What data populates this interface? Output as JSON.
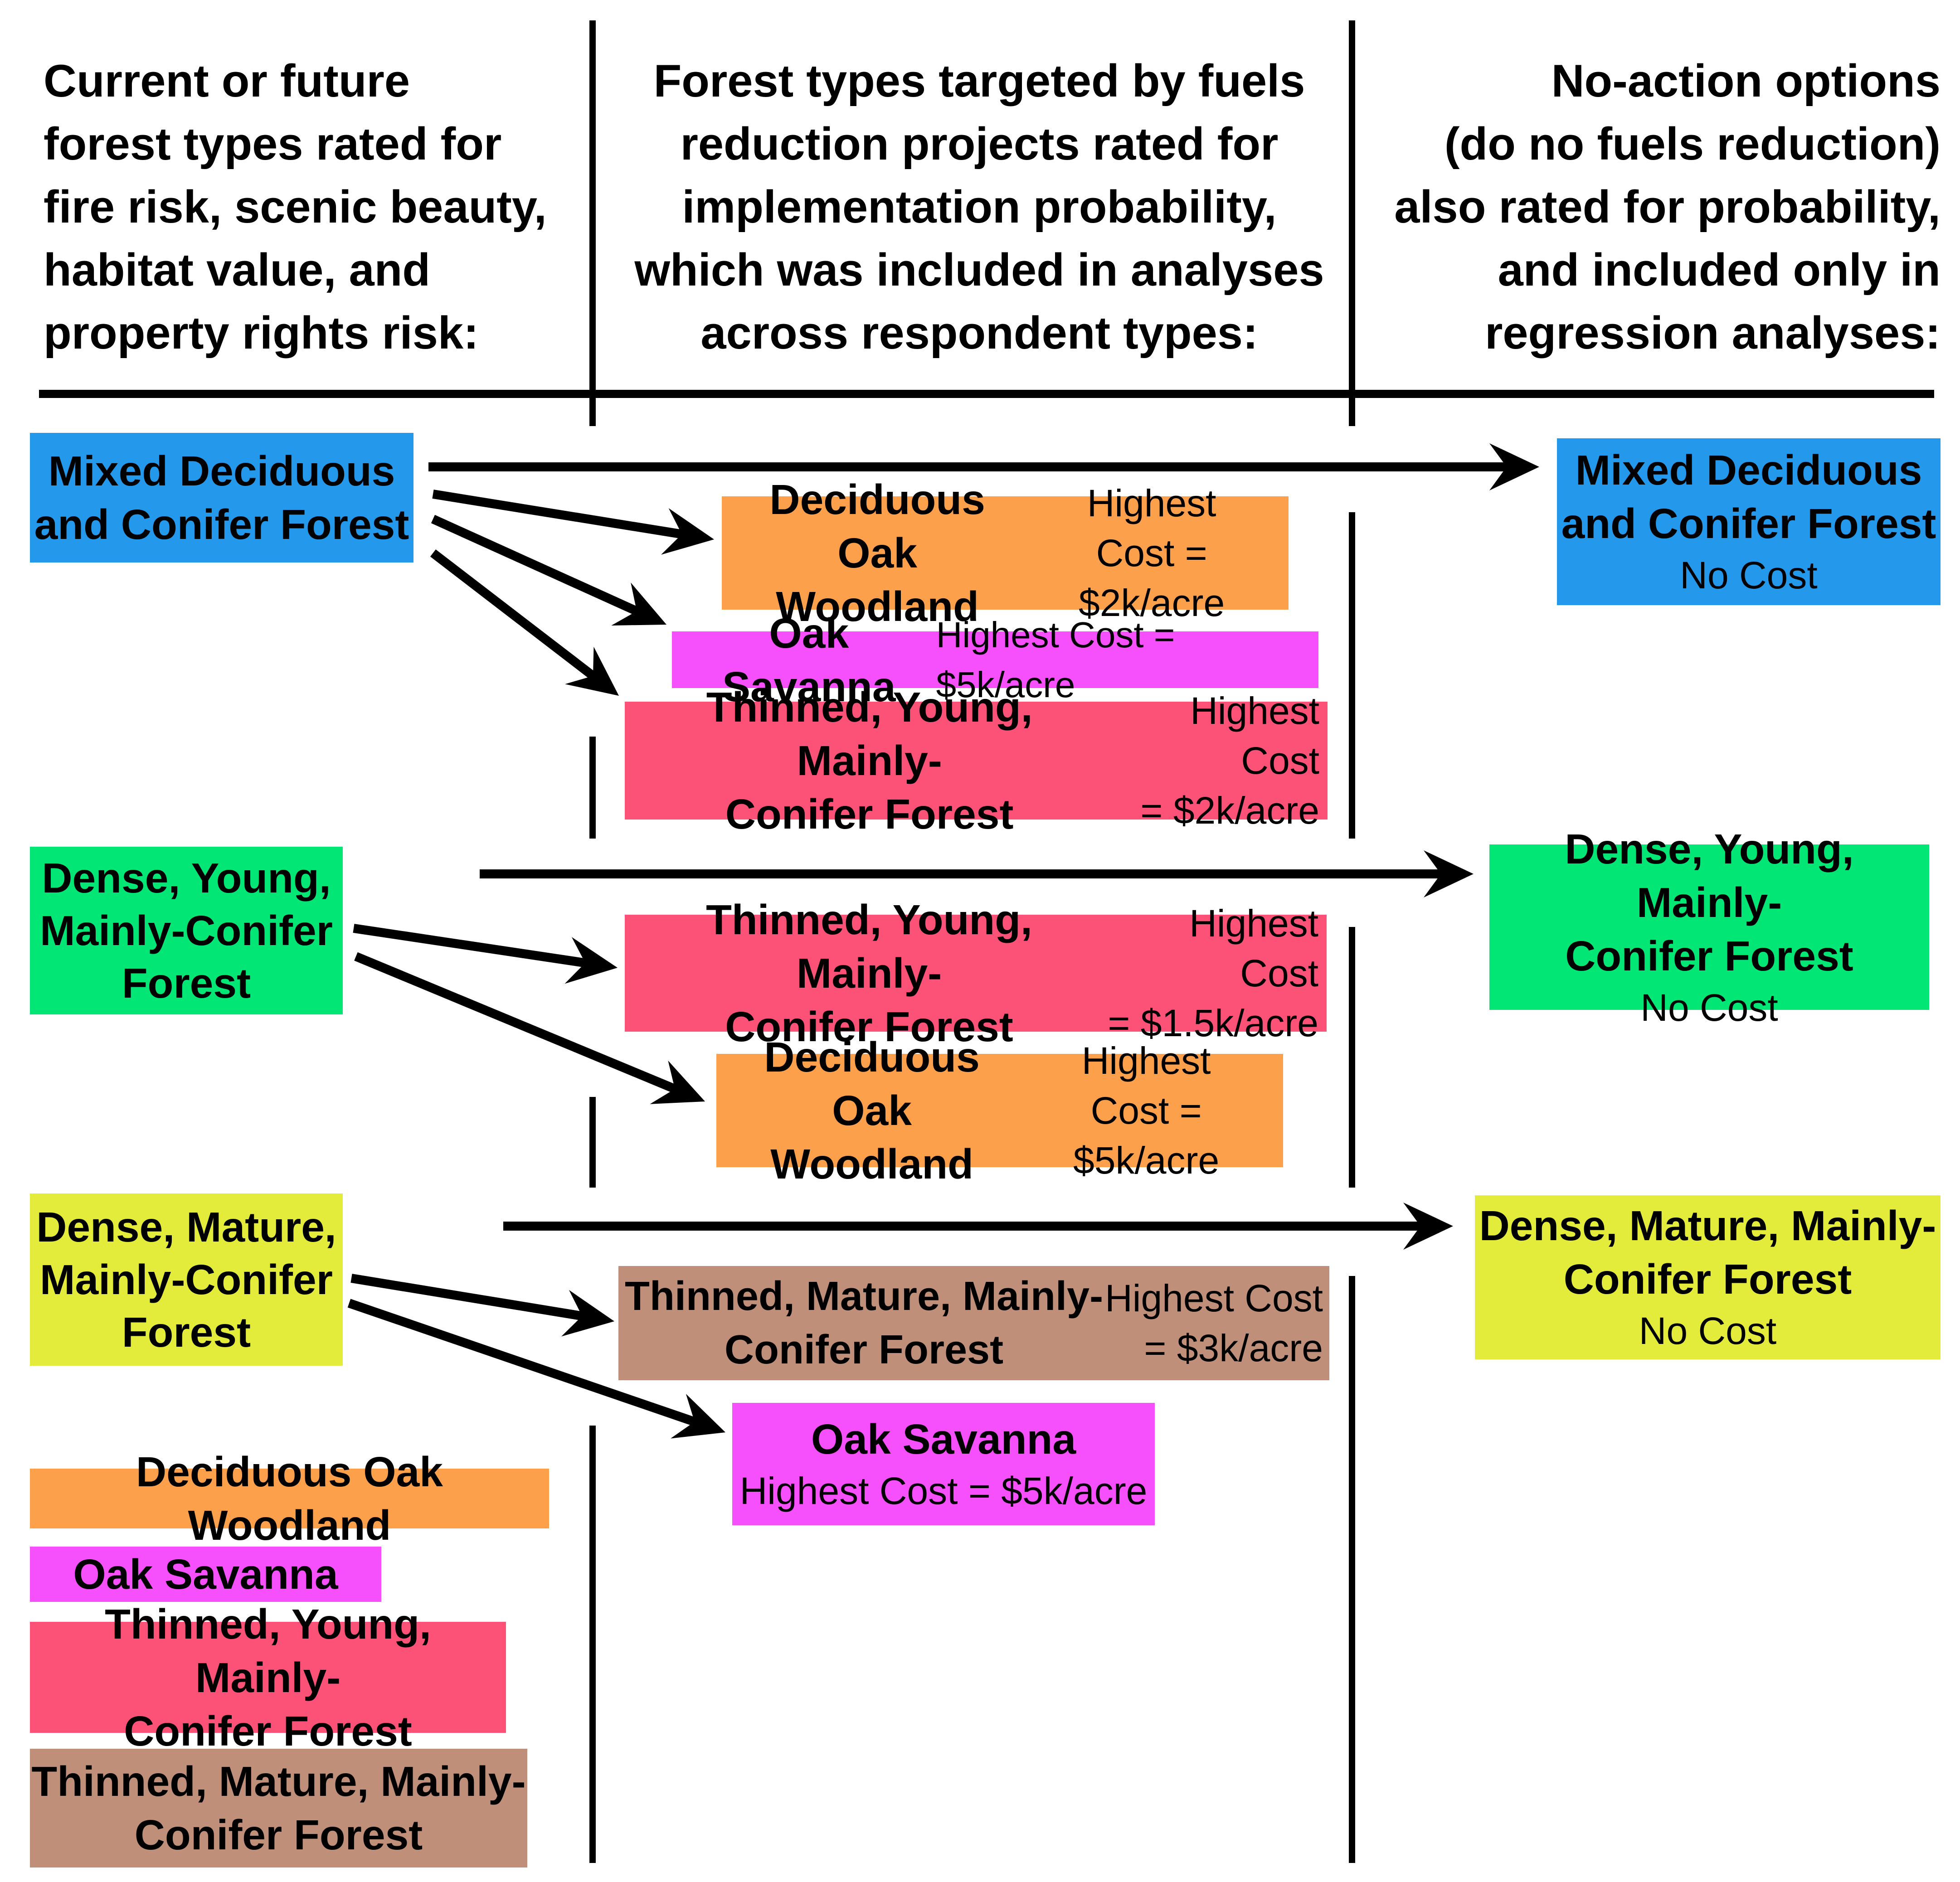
{
  "headers": {
    "left": "Current or future\nforest types rated for\nfire risk, scenic beauty,\nhabitat value, and\nproperty rights risk:",
    "middle": "Forest types targeted by fuels\nreduction projects rated for\nimplementation probability,\nwhich was included in analyses\nacross respondent types:",
    "right": "No-action options\n(do no fuels reduction)\nalso rated for probability,\nand included only in\nregression analyses:"
  },
  "colors": {
    "mixed_deciduous_conifer": "#2499ec",
    "deciduous_oak_woodland": "#fda04c",
    "oak_savanna": "#f64ffc",
    "thinned_young_conifer": "#fd5277",
    "dense_young_conifer": "#02e676",
    "dense_mature_conifer": "#e3ec3b",
    "thinned_mature_conifer": "#c08f7a"
  },
  "sources": {
    "mixed": "Mixed Deciduous\nand Conifer Forest",
    "dense_young": "Dense, Young,\nMainly-Conifer\nForest",
    "dense_mature": "Dense, Mature,\nMainly-Conifer\nForest"
  },
  "targets": {
    "mixed_oak_woodland": {
      "name": "Deciduous Oak\nWoodland",
      "cost": "Highest\nCost = $2k/acre"
    },
    "mixed_oak_savanna": {
      "name": "Oak Savanna",
      "cost": "Highest Cost = $5k/acre"
    },
    "mixed_thinned_young": {
      "name": "Thinned, Young, Mainly-\nConifer Forest",
      "cost": "Highest Cost\n= $2k/acre"
    },
    "young_thinned_young": {
      "name": "Thinned, Young, Mainly-\nConifer Forest",
      "cost": "Highest Cost\n= $1.5k/acre"
    },
    "young_oak_woodland": {
      "name": "Deciduous Oak\nWoodland",
      "cost": "Highest\nCost = $5k/acre"
    },
    "mature_thinned_mature": {
      "name": "Thinned, Mature, Mainly-\nConifer Forest",
      "cost": "Highest Cost\n= $3k/acre"
    },
    "mature_oak_savanna": {
      "name": "Oak Savanna",
      "cost": "Highest Cost = $5k/acre"
    }
  },
  "no_action": {
    "mixed": {
      "name": "Mixed Deciduous\nand Conifer Forest",
      "cost": "No Cost"
    },
    "dense_young": {
      "name": "Dense, Young, Mainly-\nConifer Forest",
      "cost": "No Cost"
    },
    "dense_mature": {
      "name": "Dense, Mature, Mainly-\nConifer Forest",
      "cost": "No Cost"
    }
  },
  "legend": [
    "Deciduous Oak Woodland",
    "Oak Savanna",
    "Thinned, Young, Mainly-\nConifer Forest",
    "Thinned, Mature, Mainly-\nConifer Forest"
  ]
}
